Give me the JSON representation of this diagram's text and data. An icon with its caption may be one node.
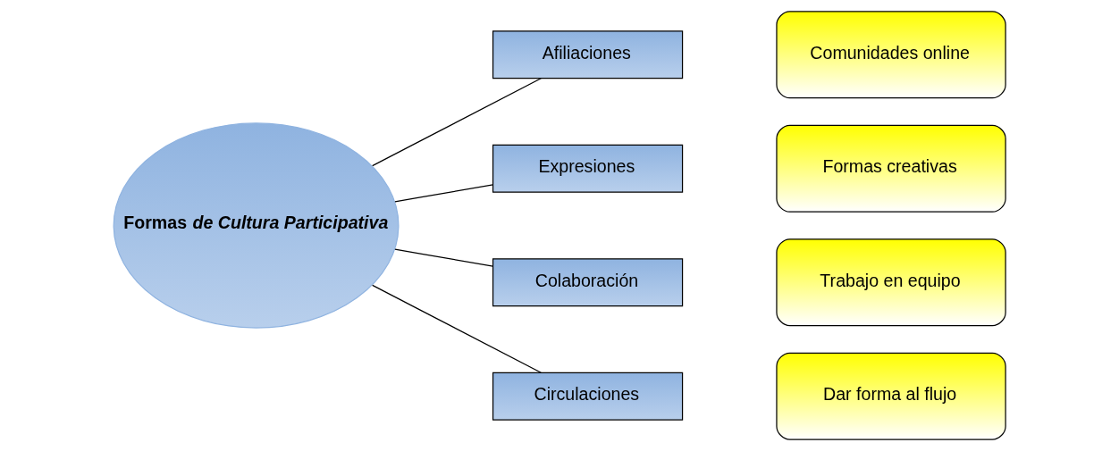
{
  "diagram": {
    "nodes": [
      {
        "text": [
          "Formas *de Cultura Participativa*"
        ]
      },
      {
        "text": [
          "Afiliaciones"
        ]
      },
      {
        "text": [
          "Expresiones"
        ]
      },
      {
        "text": [
          "Colaboración"
        ]
      },
      {
        "text": [
          "Circulaciones"
        ]
      },
      {
        "text": [
          "Comunidades online"
        ]
      },
      {
        "text": [
          "Formas creativas"
        ]
      },
      {
        "text": [
          "Trabajo en equipo"
        ]
      },
      {
        "text": [
          "Dar forma al flujo"
        ]
      }
    ],
    "edges": [
      {
        "from": 0,
        "to": 1,
        "arrow": "none"
      },
      {
        "from": 0,
        "to": 2,
        "arrow": "none"
      },
      {
        "from": 0,
        "to": 3,
        "arrow": "none"
      },
      {
        "from": 0,
        "to": 4,
        "arrow": "none"
      }
    ]
  }
}
